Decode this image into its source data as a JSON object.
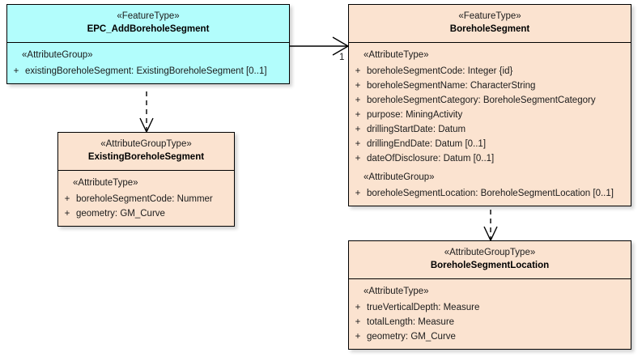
{
  "diagram": {
    "type": "uml-class-diagram",
    "background": "#ffffff",
    "colors": {
      "feature_type_highlight": "#b2fdfc",
      "class_fill": "#fbe3d0",
      "border": "#000000",
      "text": "#1b1b1b"
    }
  },
  "classes": [
    {
      "id": "epc-add-borehole-segment",
      "stereotype": "«FeatureType»",
      "name": "EPC_AddBoreholeSegment",
      "fill": "#b2fdfc",
      "compartments": [
        {
          "group": "«AttributeGroup»",
          "attributes": [
            {
              "visibility": "+",
              "text": "existingBoreholeSegment: ExistingBoreholeSegment [0..1]"
            }
          ]
        }
      ]
    },
    {
      "id": "borehole-segment",
      "stereotype": "«FeatureType»",
      "name": "BoreholeSegment",
      "fill": "#fbe3d0",
      "compartments": [
        {
          "group": "«AttributeType»",
          "attributes": [
            {
              "visibility": "+",
              "text": "boreholeSegmentCode: Integer {id}"
            },
            {
              "visibility": "+",
              "text": "boreholeSegmentName: CharacterString"
            },
            {
              "visibility": "+",
              "text": "boreholeSegmentCategory: BoreholeSegmentCategory"
            },
            {
              "visibility": "+",
              "text": "purpose: MiningActivity"
            },
            {
              "visibility": "+",
              "text": "drillingStartDate: Datum"
            },
            {
              "visibility": "+",
              "text": "drillingEndDate: Datum [0..1]"
            },
            {
              "visibility": "+",
              "text": "dateOfDisclosure: Datum [0..1]"
            }
          ]
        },
        {
          "group": "«AttributeGroup»",
          "attributes": [
            {
              "visibility": "+",
              "text": "boreholeSegmentLocation: BoreholeSegmentLocation [0..1]"
            }
          ]
        }
      ]
    },
    {
      "id": "existing-borehole-segment",
      "stereotype": "«AttributeGroupType»",
      "name": "ExistingBoreholeSegment",
      "fill": "#fbe3d0",
      "compartments": [
        {
          "group": "«AttributeType»",
          "attributes": [
            {
              "visibility": "+",
              "text": "boreholeSegmentCode: Nummer"
            },
            {
              "visibility": "+",
              "text": "geometry: GM_Curve"
            }
          ]
        }
      ]
    },
    {
      "id": "borehole-segment-location",
      "stereotype": "«AttributeGroupType»",
      "name": "BoreholeSegmentLocation",
      "fill": "#fbe3d0",
      "compartments": [
        {
          "group": "«AttributeType»",
          "attributes": [
            {
              "visibility": "+",
              "text": "trueVerticalDepth: Measure"
            },
            {
              "visibility": "+",
              "text": "totalLength: Measure"
            },
            {
              "visibility": "+",
              "text": "geometry: GM_Curve"
            }
          ]
        }
      ]
    }
  ],
  "connectors": [
    {
      "id": "assoc-epc-to-boreholesegment",
      "kind": "association",
      "style": "solid",
      "arrowhead": "open",
      "from": "epc-add-borehole-segment",
      "to": "borehole-segment",
      "target_multiplicity": "1"
    },
    {
      "id": "dep-epc-to-existing",
      "kind": "dependency",
      "style": "dashed",
      "arrowhead": "open",
      "from": "epc-add-borehole-segment",
      "to": "existing-borehole-segment",
      "target_multiplicity": ""
    },
    {
      "id": "dep-boreholesegment-to-location",
      "kind": "dependency",
      "style": "dashed",
      "arrowhead": "open",
      "from": "borehole-segment",
      "to": "borehole-segment-location",
      "target_multiplicity": ""
    }
  ]
}
